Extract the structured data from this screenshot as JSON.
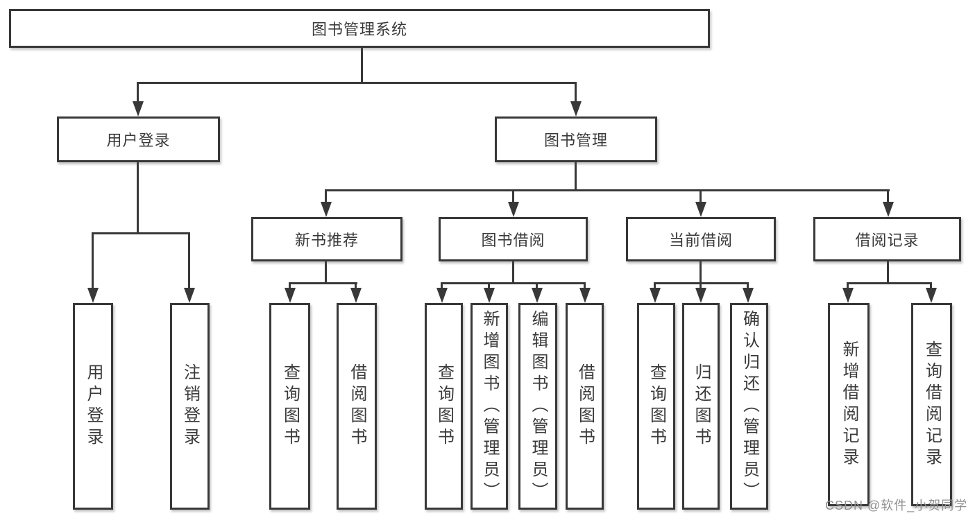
{
  "colors": {
    "line": "#383838",
    "text": "#3a3a3a",
    "background": "#ffffff",
    "watermark": "#8f8f8f"
  },
  "tree": {
    "label": "图书管理系统",
    "children": [
      {
        "label": "用户登录",
        "children": [
          {
            "label": "用户登录"
          },
          {
            "label": "注销登录"
          }
        ]
      },
      {
        "label": "图书管理",
        "children": [
          {
            "label": "新书推荐",
            "children": [
              {
                "label": "查询图书"
              },
              {
                "label": "借阅图书"
              }
            ]
          },
          {
            "label": "图书借阅",
            "children": [
              {
                "label": "查询图书"
              },
              {
                "label": "新增图书（管理员）"
              },
              {
                "label": "编辑图书（管理员）"
              },
              {
                "label": "借阅图书"
              }
            ]
          },
          {
            "label": "当前借阅",
            "children": [
              {
                "label": "查询图书"
              },
              {
                "label": "归还图书"
              },
              {
                "label": "确认归还（管理员）"
              }
            ]
          },
          {
            "label": "借阅记录",
            "children": [
              {
                "label": "新增借阅记录"
              },
              {
                "label": "查询借阅记录"
              }
            ]
          }
        ]
      }
    ]
  },
  "watermark": {
    "text": "CSDN @软件_小贺同学"
  }
}
